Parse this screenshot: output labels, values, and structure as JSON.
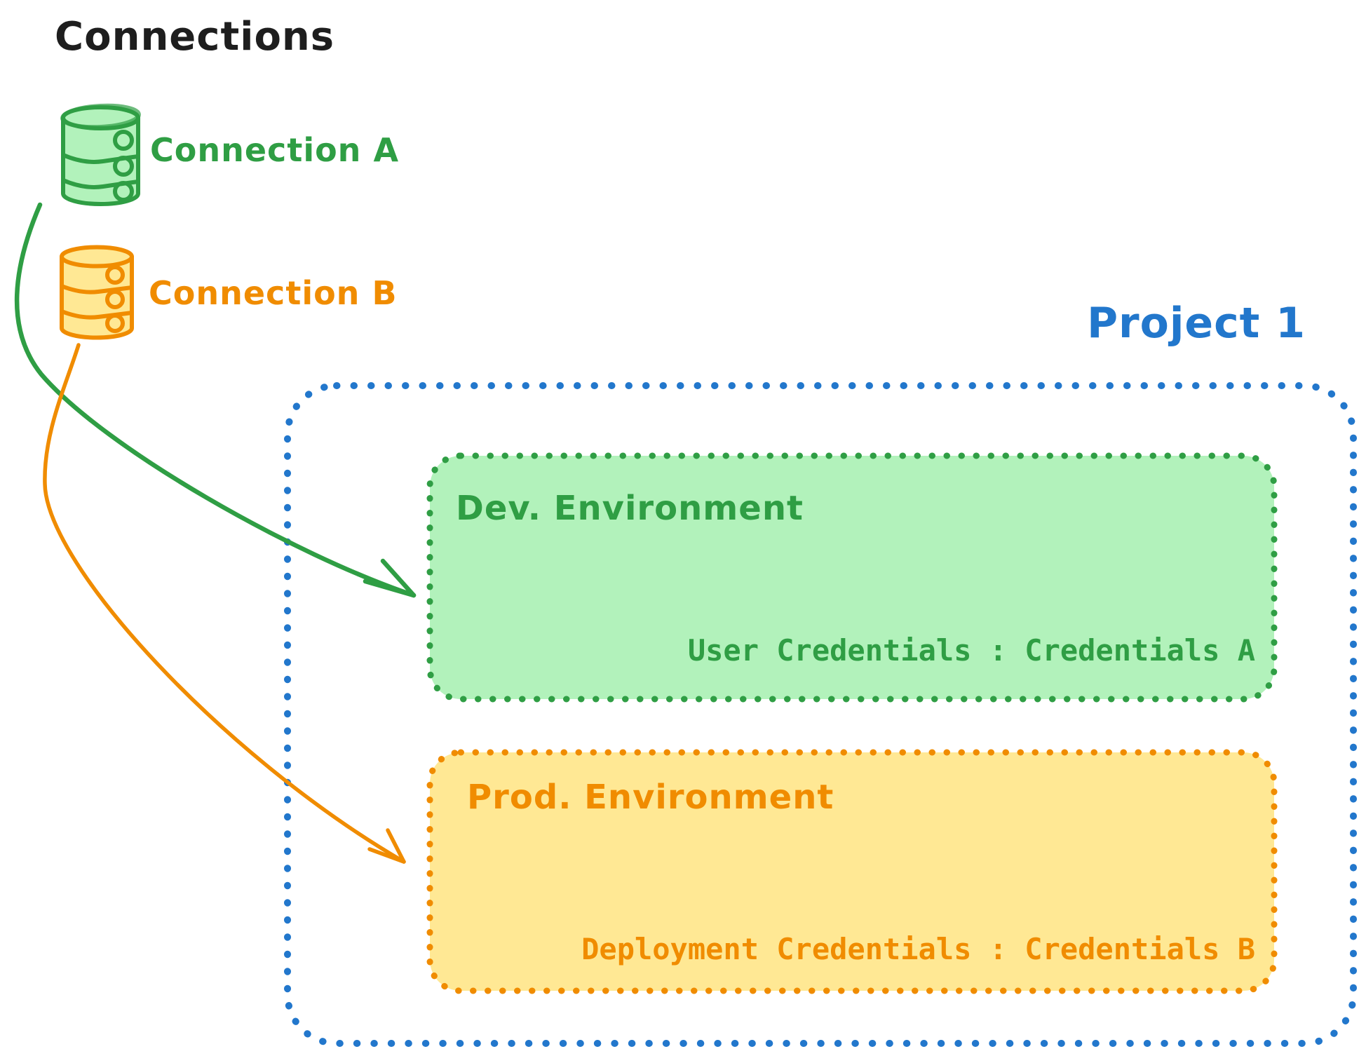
{
  "page_title": "Connections",
  "connections": [
    {
      "label": "Connection A",
      "icon": "database-icon",
      "stroke": "#2f9e44",
      "fill": "#b2f2bb"
    },
    {
      "label": "Connection B",
      "icon": "database-icon",
      "stroke": "#f08c00",
      "fill": "#ffe894"
    }
  ],
  "project": {
    "title": "Project 1",
    "accent": "#2277cc",
    "environments": [
      {
        "name": "Dev. Environment",
        "credentials_text": "User Credentials : Credentials A",
        "stroke": "#2f9e44",
        "fill": "#b2f2bb"
      },
      {
        "name": "Prod. Environment",
        "credentials_text": "Deployment Credentials : Credentials B",
        "stroke": "#f08c00",
        "fill": "#ffe894"
      }
    ]
  }
}
